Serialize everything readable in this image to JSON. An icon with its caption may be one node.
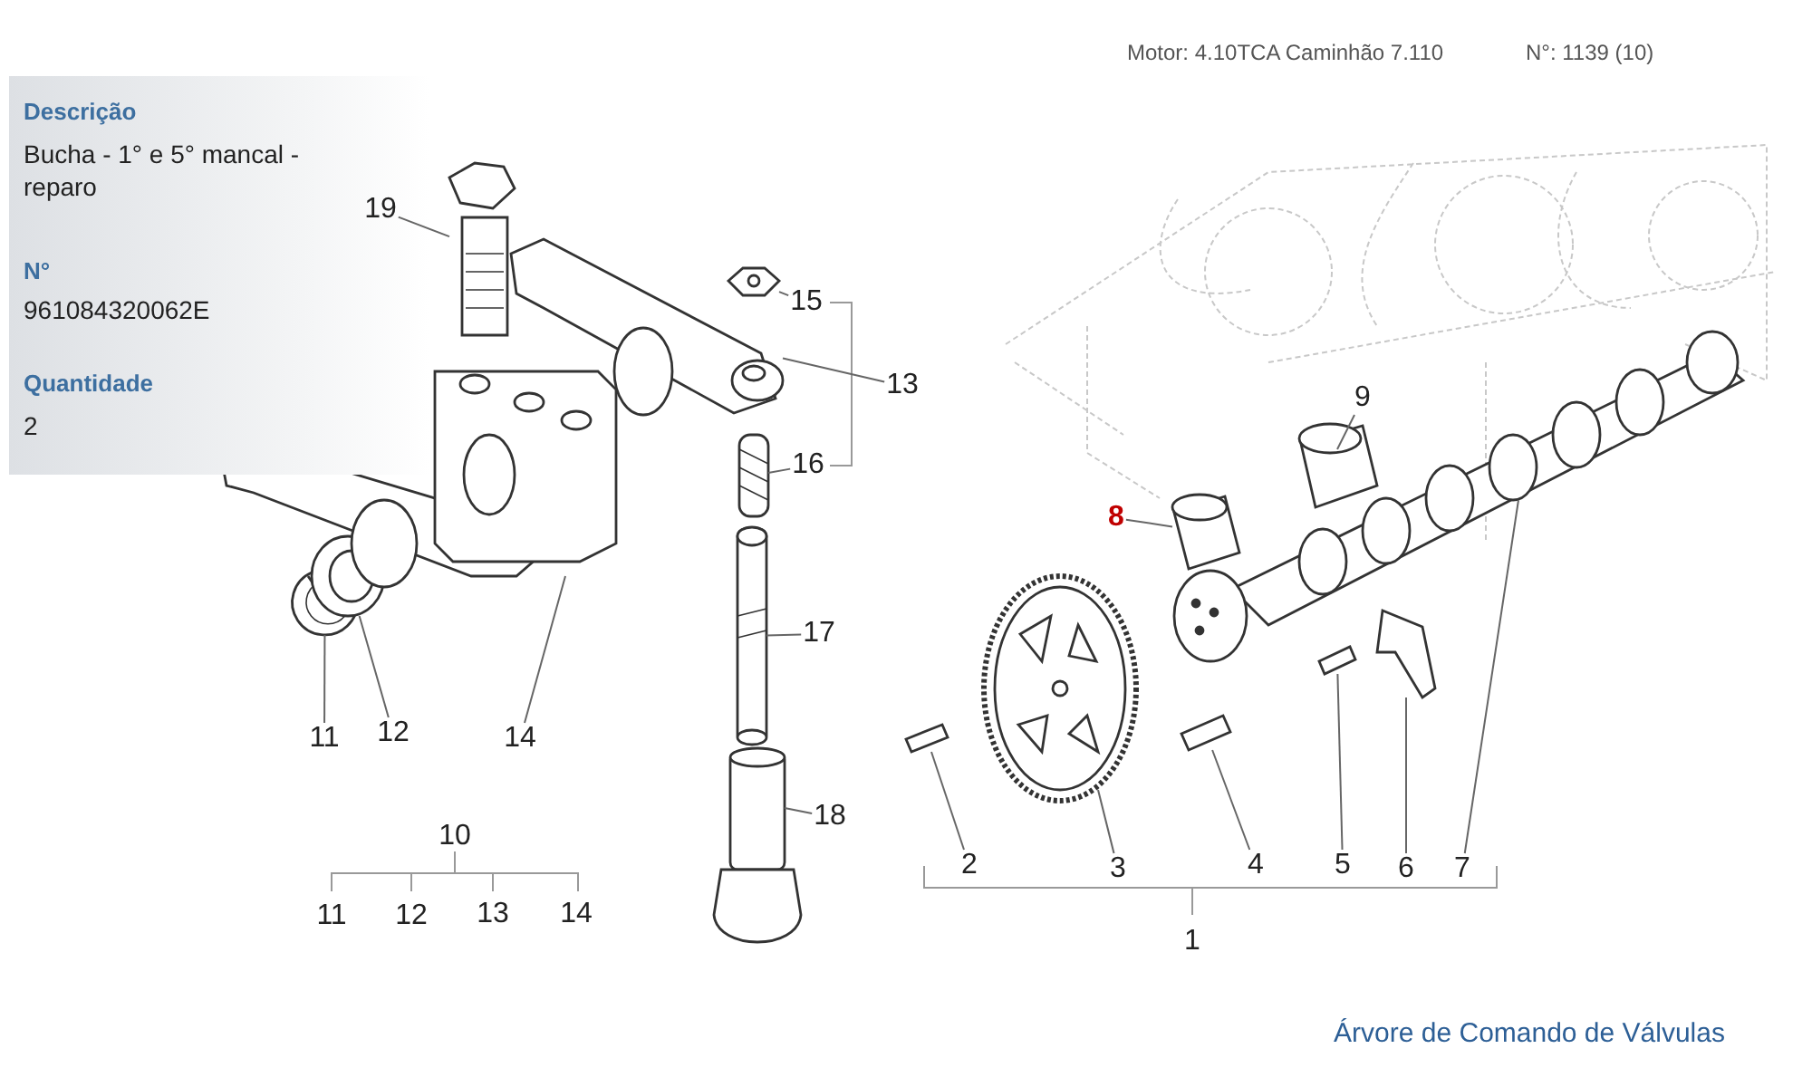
{
  "diagram": {
    "caption": "Árvore de Comando de Válvulas",
    "nodes": [
      {
        "text": [
          "19"
        ]
      },
      {
        "text": [
          "15"
        ]
      },
      {
        "text": [
          "13"
        ]
      },
      {
        "text": [
          "16"
        ]
      },
      {
        "text": [
          "17"
        ]
      },
      {
        "text": [
          "18"
        ]
      },
      {
        "text": [
          "9"
        ]
      },
      {
        "text": [
          "8"
        ]
      },
      {
        "text": [
          "11"
        ]
      },
      {
        "text": [
          "12"
        ]
      },
      {
        "text": [
          "14"
        ]
      },
      {
        "text": [
          "2"
        ]
      },
      {
        "text": [
          "3"
        ]
      },
      {
        "text": [
          "4"
        ]
      },
      {
        "text": [
          "5"
        ]
      },
      {
        "text": [
          "6"
        ]
      },
      {
        "text": [
          "7"
        ]
      },
      {
        "text": [],
        "shape": "picture"
      },
      {
        "text": [],
        "shape": "picture"
      },
      {
        "text": [],
        "shape": "picture"
      },
      {
        "text": [],
        "shape": "picture"
      },
      {
        "text": [],
        "shape": "picture"
      },
      {
        "text": [],
        "shape": "picture"
      },
      {
        "text": [],
        "shape": "picture"
      },
      {
        "text": [],
        "shape": "picture"
      },
      {
        "text": [],
        "shape": "picture"
      },
      {
        "text": [],
        "shape": "picture"
      },
      {
        "text": [],
        "shape": "picture"
      },
      {
        "text": [],
        "shape": "picture"
      },
      {
        "text": [],
        "shape": "picture"
      },
      {
        "text": [],
        "shape": "picture"
      },
      {
        "text": [],
        "shape": "picture"
      },
      {
        "text": [],
        "shape": "picture"
      },
      {
        "text": [],
        "shape": "picture"
      }
    ],
    "edges": [
      {
        "from": 0,
        "to": 17,
        "arrow": "none"
      },
      {
        "from": 1,
        "to": 18,
        "arrow": "none"
      },
      {
        "from": 2,
        "to": 19,
        "arrow": "none"
      },
      {
        "from": 3,
        "to": 20,
        "arrow": "none"
      },
      {
        "from": 4,
        "to": 21,
        "arrow": "none"
      },
      {
        "from": 5,
        "to": 22,
        "arrow": "none"
      },
      {
        "from": 6,
        "to": 23,
        "arrow": "none"
      },
      {
        "from": 7,
        "to": 24,
        "arrow": "none"
      },
      {
        "from": 8,
        "to": 25,
        "arrow": "none"
      },
      {
        "from": 9,
        "to": 26,
        "arrow": "none"
      },
      {
        "from": 10,
        "to": 27,
        "arrow": "none"
      },
      {
        "from": 11,
        "to": 28,
        "arrow": "none"
      },
      {
        "from": 12,
        "to": 29,
        "arrow": "none"
      },
      {
        "from": 13,
        "to": 30,
        "arrow": "none"
      },
      {
        "from": 14,
        "to": 31,
        "arrow": "none"
      },
      {
        "from": 15,
        "to": 32,
        "arrow": "none"
      },
      {
        "from": 16,
        "to": 33,
        "arrow": "none"
      }
    ],
    "labels": [
      "Motor: 4.10TCA Caminhão 7.110",
      "N°: 1139 (10)",
      "Descrição",
      "Bucha - 1° e 5° mancal - reparo",
      "N°",
      "961084320062E",
      "Quantidade",
      "2",
      "10",
      "11",
      "12",
      "13",
      "14",
      "1"
    ]
  }
}
